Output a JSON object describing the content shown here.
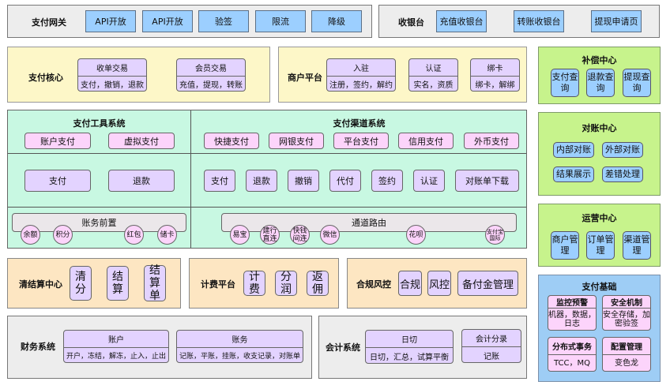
{
  "gateway": {
    "title": "支付网关",
    "items": [
      "API开放",
      "API开放",
      "验签",
      "限流",
      "降级"
    ]
  },
  "cashier": {
    "title": "收银台",
    "items": [
      "充值收银台",
      "转账收银台",
      "提现申请页"
    ]
  },
  "pay_core": {
    "title": "支付核心",
    "modules": [
      {
        "name": "收单交易",
        "detail": "支付，撤销，退款"
      },
      {
        "name": "会员交易",
        "detail": "充值，提现，转账"
      }
    ]
  },
  "merchant": {
    "title": "商户平台",
    "modules": [
      {
        "name": "入驻",
        "detail": "注册，签约，解约"
      },
      {
        "name": "认证",
        "detail": "实名，资质"
      },
      {
        "name": "绑卡",
        "detail": "绑卡，解绑"
      }
    ]
  },
  "compensation": {
    "title": "补偿中心",
    "items": [
      "支付查询",
      "退款查询",
      "提现查询"
    ]
  },
  "reconciliation": {
    "title": "对账中心",
    "items": [
      "内部对账",
      "外部对账",
      "结果展示",
      "差错处理"
    ]
  },
  "pay_tool": {
    "title": "支付工具系统",
    "tools": [
      "账户支付",
      "虚拟支付"
    ],
    "ops": [
      "支付",
      "退款"
    ],
    "front": {
      "label": "账务前置",
      "circles": [
        "余额",
        "积分",
        "红包",
        "储卡"
      ]
    }
  },
  "pay_channel": {
    "title": "支付渠道系统",
    "channels": [
      "快捷支付",
      "网银支付",
      "平台支付",
      "信用支付",
      "外币支付"
    ],
    "ops": [
      "支付",
      "退款",
      "撤销",
      "代付",
      "签约",
      "认证",
      "对账单下载"
    ],
    "routing": {
      "label": "通道路由",
      "circles": [
        "易宝",
        "建行直连",
        "快钱间连",
        "微信",
        "花呗",
        "支付宝国际"
      ]
    }
  },
  "operations": {
    "title": "运营中心",
    "items": [
      "商户管理",
      "订单管理",
      "渠道管理"
    ]
  },
  "clearing": {
    "title": "清结算中心",
    "items": [
      "清分",
      "结算",
      "结算单"
    ]
  },
  "billing": {
    "title": "计费平台",
    "items": [
      "计费",
      "分润",
      "返佣"
    ]
  },
  "risk": {
    "title": "合规风控",
    "items": [
      "合规",
      "风控",
      "备付金管理"
    ]
  },
  "pay_base": {
    "title": "支付基础",
    "modules": [
      {
        "name": "监控预警",
        "detail": "机器，数据，日志"
      },
      {
        "name": "安全机制",
        "detail": "安全存储，加密验签"
      },
      {
        "name": "分布式事务",
        "detail": "TCC，MQ"
      },
      {
        "name": "配置管理",
        "detail": "变色龙"
      }
    ]
  },
  "finance": {
    "title": "财务系统",
    "modules": [
      {
        "name": "账户",
        "detail": "开户，冻结，解冻，止入，止出"
      },
      {
        "name": "账务",
        "detail": "记账，平账，挂账，收支记录，对账单"
      }
    ]
  },
  "accounting": {
    "title": "会计系统",
    "modules": [
      {
        "name": "日切",
        "detail": "日切，汇总，试算平衡"
      },
      {
        "name": "会计分录",
        "detail": "记账"
      }
    ]
  }
}
